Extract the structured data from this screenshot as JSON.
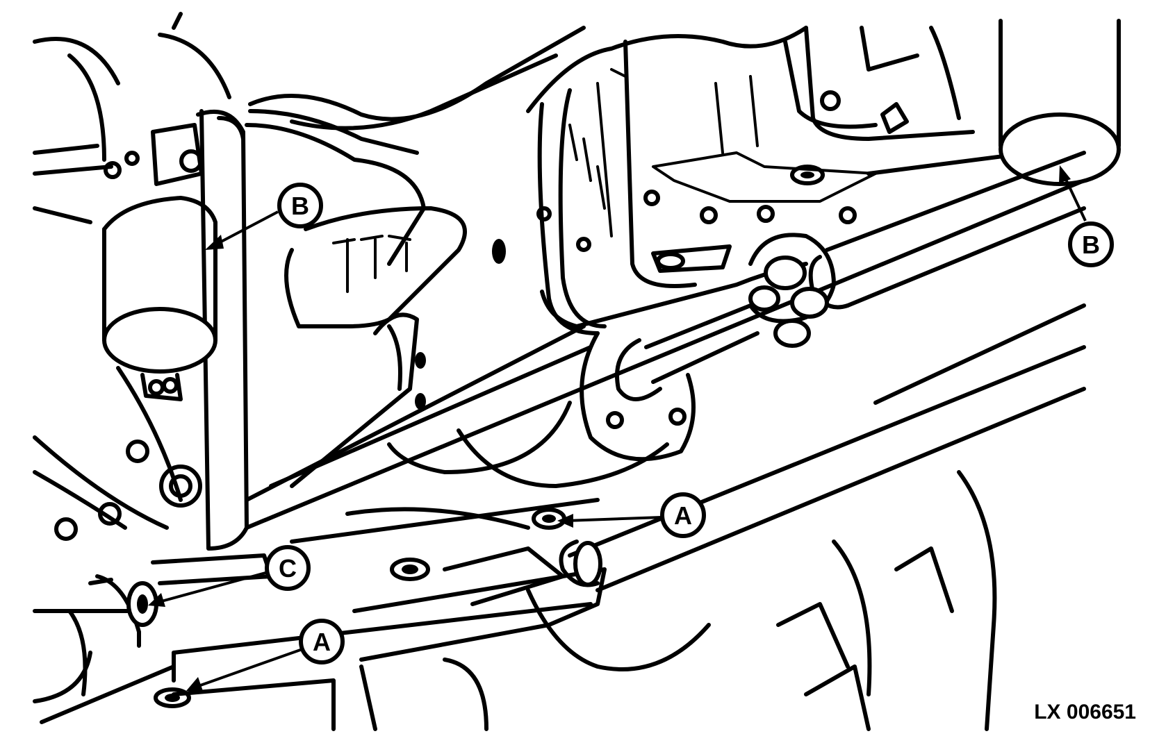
{
  "callouts": {
    "a_upper": "A",
    "a_lower": "A",
    "b_left": "B",
    "b_right": "B",
    "c": "C"
  },
  "figure_id": "LX 006651",
  "colors": {
    "ink": "#000000",
    "paper": "#ffffff"
  }
}
